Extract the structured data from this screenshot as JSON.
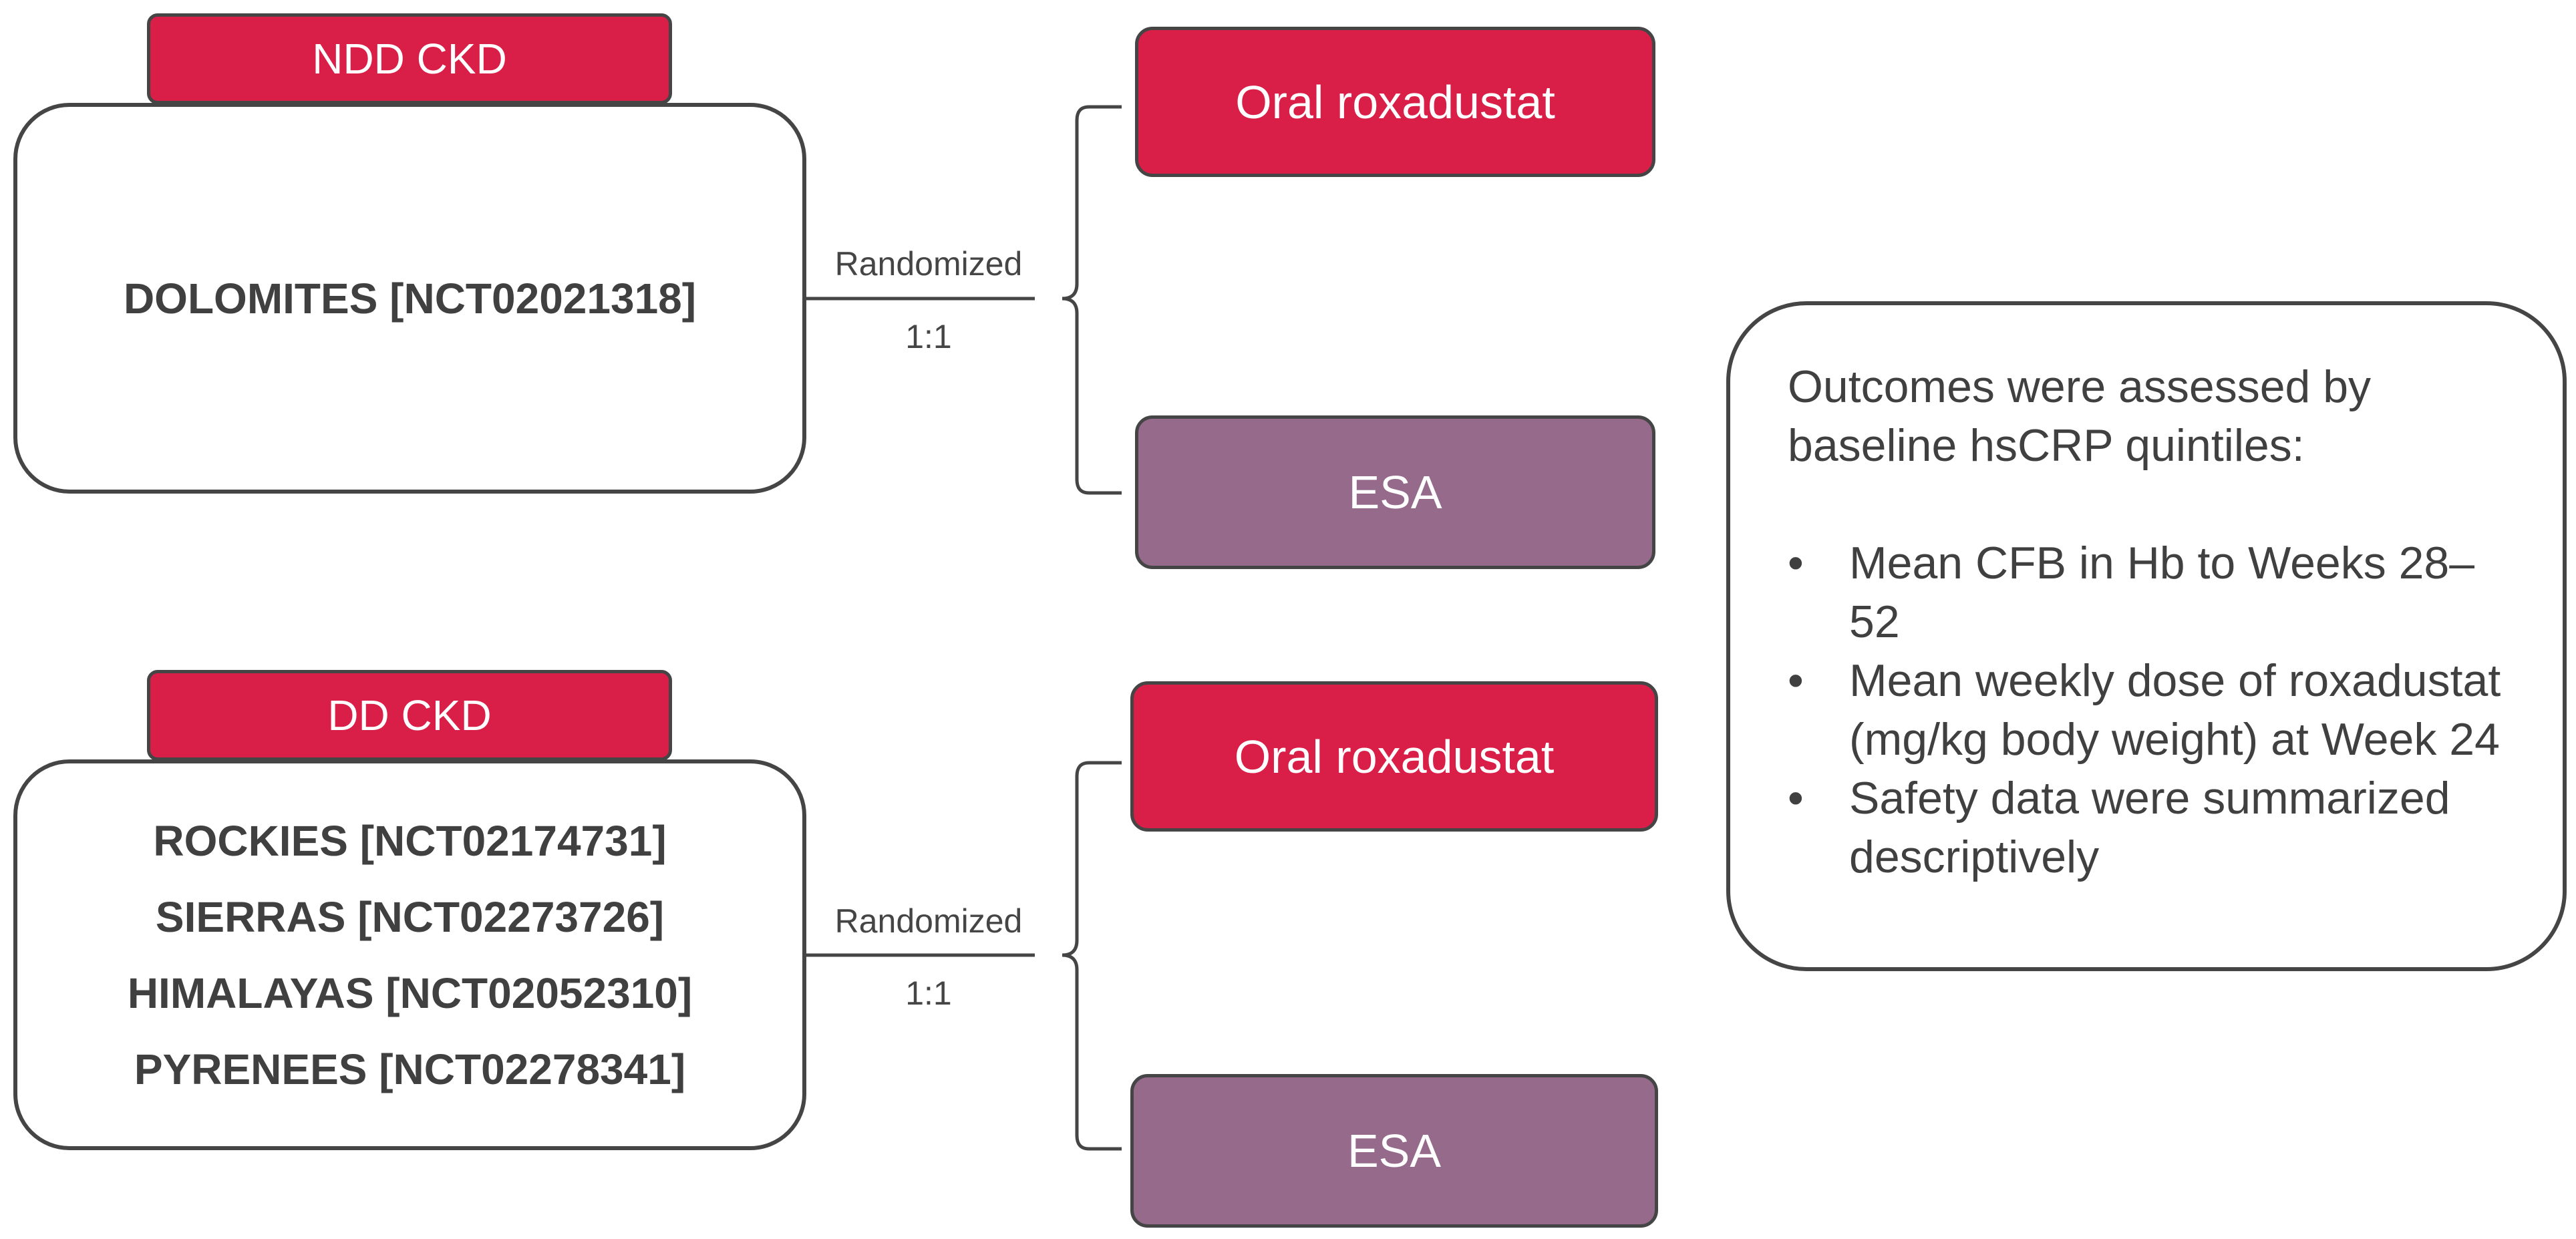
{
  "ndd": {
    "tag": "NDD CKD",
    "trials": [
      "DOLOMITES [NCT02021318]"
    ],
    "randomized": "Randomized",
    "ratio": "1:1",
    "arm_top": "Oral roxadustat",
    "arm_bottom": "ESA"
  },
  "dd": {
    "tag": "DD CKD",
    "trials": [
      "ROCKIES [NCT02174731]",
      "SIERRAS [NCT02273726]",
      "HIMALAYAS [NCT02052310]",
      "PYRENEES [NCT02278341]"
    ],
    "randomized": "Randomized",
    "ratio": "1:1",
    "arm_top": "Oral roxadustat",
    "arm_bottom": "ESA"
  },
  "outcomes": {
    "intro": "Outcomes were assessed by baseline hsCRP quintiles:",
    "bullet_glyph": "•",
    "items": [
      "Mean CFB in Hb to Weeks 28–52",
      "Mean weekly dose of roxadustat (mg/kg body weight) at Week 24",
      "Safety data were summarized descriptively"
    ]
  },
  "colors": {
    "roxadustat": "#d91f48",
    "esa": "#956a8a",
    "outline": "#454545"
  }
}
